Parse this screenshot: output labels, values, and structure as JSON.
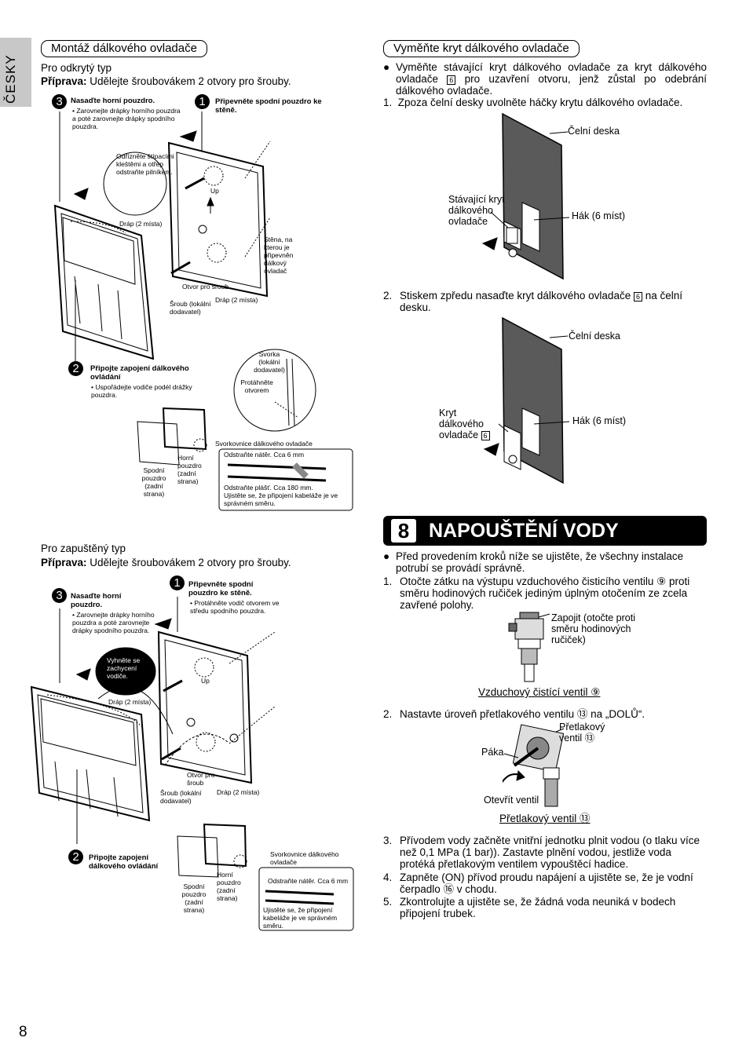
{
  "side_tab": "ČESKY",
  "page_number": "8",
  "left": {
    "section_title": "Montáž dálkového ovladače",
    "exposed": {
      "type_label": "Pro odkrytý typ",
      "prep_label": "Příprava:",
      "prep_text": " Udělejte šroubovákem 2 otvory pro šrouby.",
      "step3_num": "3",
      "step3_title": "Nasaďte horní pouzdro.",
      "step3_text": "• Zarovnejte drápky horního pouzdra a poté zarovnejte drápky spodního pouzdra.",
      "step1_num": "1",
      "step1_title": "Připevněte spodní pouzdro ke stěně.",
      "cut_note": "Odřízněte štípacími kleštěmi a otřep odstraňte pilníkem.",
      "claw1": "Dráp (2 místa)",
      "wall": "Stěna, na kterou je připevněn dálkový ovladač",
      "screw_hole": "Otvor pro šroub",
      "claw2": "Dráp (2 místa)",
      "screw": "Šroub (lokální dodavatel)",
      "up": "Up",
      "step2_num": "2",
      "step2_title": "Připojte zapojení dálkového ovládání",
      "step2_text": "• Uspořádejte vodiče podél drážky pouzdra.",
      "clamp": "Svorka (lokální dodavatel)",
      "pull_through": "Protáhněte otvorem",
      "terminal": "Svorkovnice dálkového ovladače",
      "lower_case": "Spodní pouzdro (zadní strana)",
      "upper_case": "Horní pouzdro (zadní strana)",
      "strip_coating": "Odstraňte nátěr. Cca 6 mm",
      "strip_sheath": "Odstraňte plášť. Cca 180 mm.",
      "check_cable": "Ujistěte se, že připojení kabeláže je ve správném směru."
    },
    "recessed": {
      "type_label": "Pro zapuštěný typ",
      "prep_label": "Příprava:",
      "prep_text": " Udělejte šroubovákem 2 otvory pro šrouby.",
      "step3_num": "3",
      "step3_title": "Nasaďte horní pouzdro.",
      "step3_text": "• Zarovnejte drápky horního pouzdra a poté zarovnejte drápky spodního pouzdra.",
      "step1_num": "1",
      "step1_title": "Připevněte spodní pouzdro ke stěně.",
      "step1_text": "• Protáhněte vodič otvorem ve středu spodního pouzdra.",
      "avoid_note": "Vyhněte se zachycení vodiče.",
      "claw1": "Dráp (2 místa)",
      "screw_hole": "Otvor pro šroub",
      "claw2": "Dráp (2 místa)",
      "screw": "Šroub (lokální dodavatel)",
      "up": "Up",
      "step2_num": "2",
      "step2_title": "Připojte zapojení dálkového ovládání",
      "terminal": "Svorkovnice dálkového ovladače",
      "lower_case": "Spodní pouzdro (zadní strana)",
      "upper_case": "Horní pouzdro (zadní strana)",
      "strip_coating": "Odstraňte nátěr. Cca 6 mm",
      "check_cable": "Ujistěte se, že připojení kabeláže je ve správném směru."
    }
  },
  "right": {
    "section_title": "Vyměňte kryt dálkového ovladače",
    "bullet": "Vyměňte stávající kryt dálkového ovladače za kryt dálkového ovladače",
    "bullet_box": "6",
    "bullet_rest": "pro uzavření otvoru, jenž zůstal po odebrání dálkového ovladače.",
    "step1_no": "1.",
    "step1": "Zpoza čelní desky uvolněte háčky krytu dálkového ovladače.",
    "front_panel_1": "Čelní deska",
    "existing_cover": "Stávající kryt dálkového ovladače",
    "hook_1": "Hák (6 míst)",
    "step2_no": "2.",
    "step2_a": "Stiskem zpředu nasaďte kryt dálkového ovladače",
    "step2_box": "6",
    "step2_b": "na čelní desku.",
    "front_panel_2": "Čelní deska",
    "cover_label": "Kryt dálkového ovladače",
    "cover_box": "6",
    "hook_2": "Hák (6 míst)"
  },
  "water": {
    "num": "8",
    "title": "NAPOUŠTĚNÍ VODY",
    "bullet": "Před provedením kroků níže se ujistěte, že všechny instalace potrubí se provádí správně.",
    "s1_no": "1.",
    "s1": "Otočte zátku na výstupu vzduchového čisticího ventilu ⑨ proti směru hodinových ručiček jediným úplným otočením ze zcela zavřené polohy.",
    "plug_note": "Zapojit (otočte proti směru hodinových ručiček)",
    "air_valve": "Vzduchový čistící ventil ⑨",
    "s2_no": "2.",
    "s2": "Nastavte úroveň přetlakového ventilu ⑬ na „DOLŮ“.",
    "relief_label": "Přetlakový ventil ⑬",
    "lever": "Páka",
    "open_valve": "Otevřít ventil",
    "relief_caption": "Přetlakový ventil ⑬",
    "s3_no": "3.",
    "s3": "Přívodem vody začněte vnitřní jednotku plnit vodou (o tlaku více než 0,1 MPa (1 bar)). Zastavte plnění vodou, jestliže voda protéká přetlakovým ventilem vypouštěcí hadice.",
    "s4_no": "4.",
    "s4": "Zapněte (ON) přívod proudu napájení a ujistěte se, že je vodní čerpadlo ⑯ v chodu.",
    "s5_no": "5.",
    "s5": "Zkontrolujte a ujistěte se, že žádná voda neuniká v bodech připojení trubek."
  }
}
